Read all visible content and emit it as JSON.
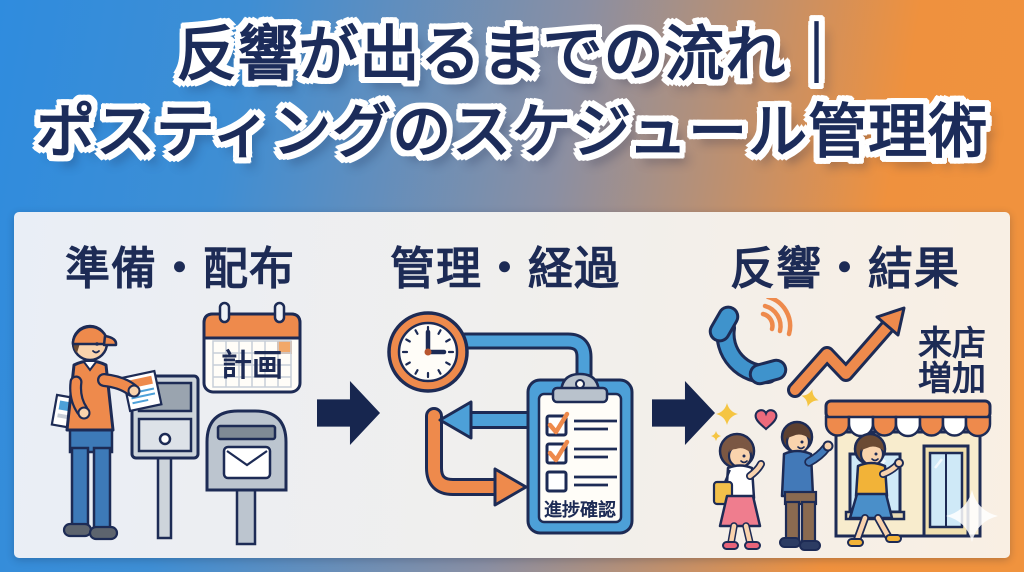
{
  "title": {
    "line1": "反響が出るまでの流れ｜",
    "line2": "ポスティングのスケジュール管理術"
  },
  "steps": [
    {
      "header": "準備・配布",
      "calendar_label": "計画",
      "icons": [
        "delivery-worker",
        "flyer",
        "home-mailbox",
        "post-mailbox",
        "calendar"
      ]
    },
    {
      "header": "管理・経過",
      "clipboard_label": "進捗確認",
      "clock_time": "3:00",
      "checklist": {
        "checked_items": 2,
        "unchecked_items": 1
      },
      "icons": [
        "clock",
        "connector-pipe",
        "cycle-arrows",
        "clipboard-checklist"
      ]
    },
    {
      "header": "反響・結果",
      "result_label_line1": "来店",
      "result_label_line2": "増加",
      "icons": [
        "phone",
        "signal-waves",
        "growth-arrow",
        "store",
        "visitors",
        "heart",
        "sparkles"
      ]
    }
  ],
  "flow": {
    "arrow_icon": "solid-right-arrow",
    "arrow_count": 2
  },
  "colors": {
    "banner_blue": "#2f8cde",
    "banner_orange": "#ef913e",
    "title_navy": "#1c2c5a",
    "outline_navy": "#1d2b55",
    "accent_orange": "#ee8a4c",
    "accent_blue": "#4da0d8",
    "card_left": "#e9eef6",
    "card_right": "#f9efe3"
  }
}
